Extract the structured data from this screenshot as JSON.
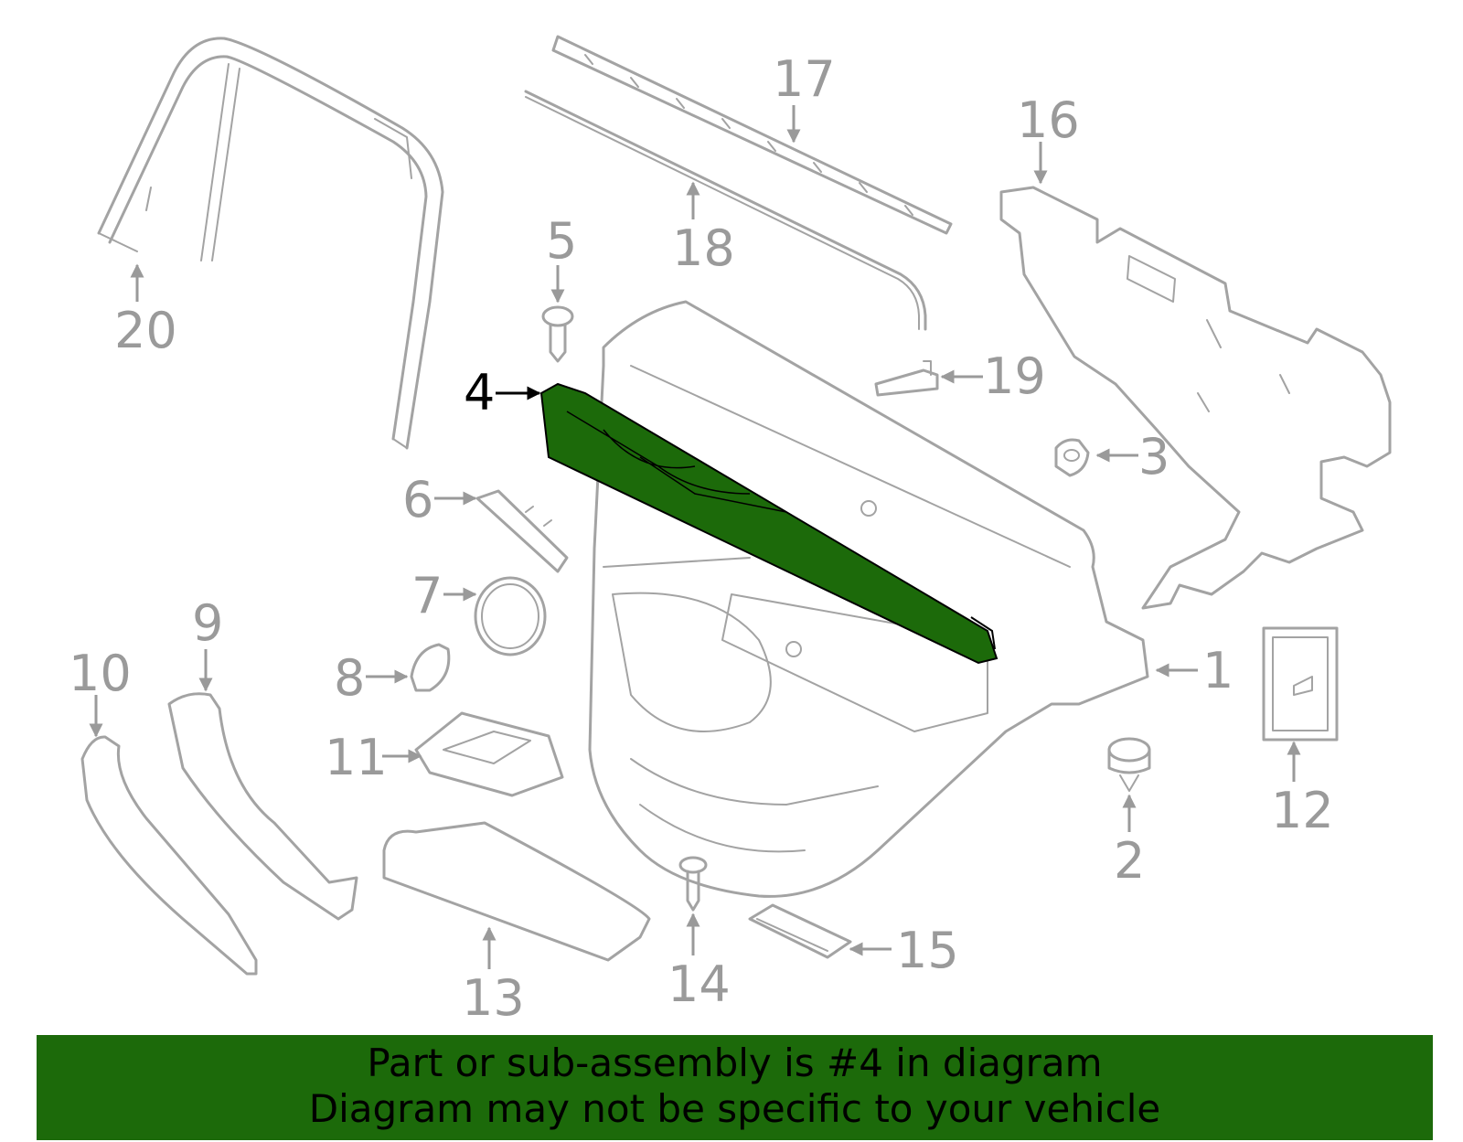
{
  "diagram": {
    "highlight_color": "#1c6a0a",
    "line_color": "#a3a3a3",
    "highlighted_part": "4",
    "callouts": {
      "c1": "1",
      "c2": "2",
      "c3": "3",
      "c4": "4",
      "c5": "5",
      "c6": "6",
      "c7": "7",
      "c8": "8",
      "c9": "9",
      "c10": "10",
      "c11": "11",
      "c12": "12",
      "c13": "13",
      "c14": "14",
      "c15": "15",
      "c16": "16",
      "c17": "17",
      "c18": "18",
      "c19": "19",
      "c20": "20"
    }
  },
  "banner": {
    "line1": "Part or sub-assembly is #4 in diagram",
    "line2": "Diagram may not be specific to your vehicle"
  }
}
